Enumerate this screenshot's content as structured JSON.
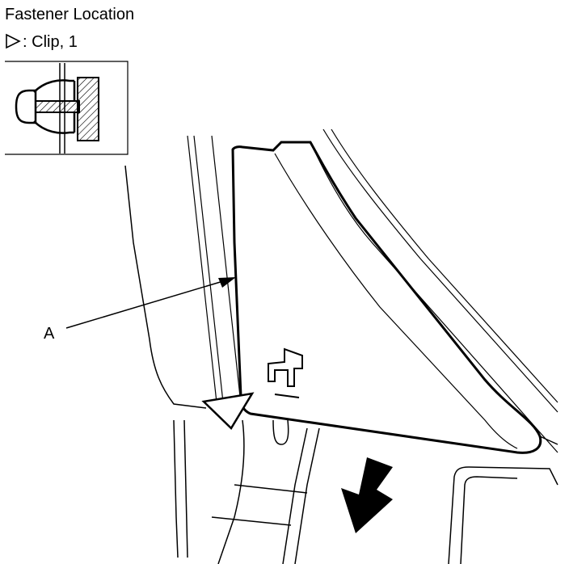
{
  "title": "Fastener Location",
  "legend": {
    "symbol": "clip-triangle-icon",
    "separator": ":",
    "text": "Clip, 1"
  },
  "callouts": {
    "part_a": "A"
  },
  "icons": [
    "clip-triangle-icon",
    "clip-cross-section-icon",
    "clip-icon",
    "removal-direction-arrow-icon"
  ],
  "colors": {
    "line": "#000000",
    "background": "#ffffff"
  }
}
